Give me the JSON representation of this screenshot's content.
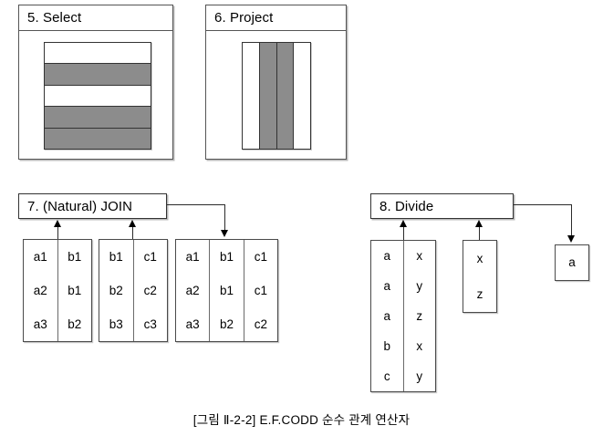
{
  "figure": {
    "caption": "[그림 Ⅱ-2-2] E.F.CODD 순수 관계 연산자",
    "background_color": "#ffffff",
    "shade_color": "#8c8c8c",
    "line_color": "#2b2b2b"
  },
  "panels": [
    {
      "id": "select",
      "title": "5. Select",
      "sketch_kind": "rows",
      "cells": [
        "white",
        "shaded",
        "white",
        "shaded",
        "shaded"
      ]
    },
    {
      "id": "project",
      "title": "6. Project",
      "sketch_kind": "cols",
      "cells": [
        "white",
        "shaded",
        "shaded",
        "white"
      ]
    }
  ],
  "operators": [
    {
      "id": "join",
      "title": "7. (Natural) JOIN",
      "inputs": [
        {
          "name": "join-input-1",
          "columns": [
            [
              "a1",
              "a2",
              "a3"
            ],
            [
              "b1",
              "b1",
              "b2"
            ]
          ]
        },
        {
          "name": "join-input-2",
          "columns": [
            [
              "b1",
              "b2",
              "b3"
            ],
            [
              "c1",
              "c2",
              "c3"
            ]
          ]
        }
      ],
      "output": {
        "name": "join-result",
        "columns": [
          [
            "a1",
            "a2",
            "a3"
          ],
          [
            "b1",
            "b1",
            "b2"
          ],
          [
            "c1",
            "c1",
            "c2"
          ]
        ]
      }
    },
    {
      "id": "divide",
      "title": "8. Divide",
      "inputs": [
        {
          "name": "divide-dividend",
          "columns": [
            [
              "a",
              "a",
              "a",
              "b",
              "c"
            ],
            [
              "x",
              "y",
              "z",
              "x",
              "y"
            ]
          ]
        },
        {
          "name": "divide-divisor",
          "columns": [
            [
              "x",
              "z"
            ]
          ]
        }
      ],
      "output": {
        "name": "divide-result",
        "columns": [
          [
            "a"
          ]
        ]
      }
    }
  ]
}
